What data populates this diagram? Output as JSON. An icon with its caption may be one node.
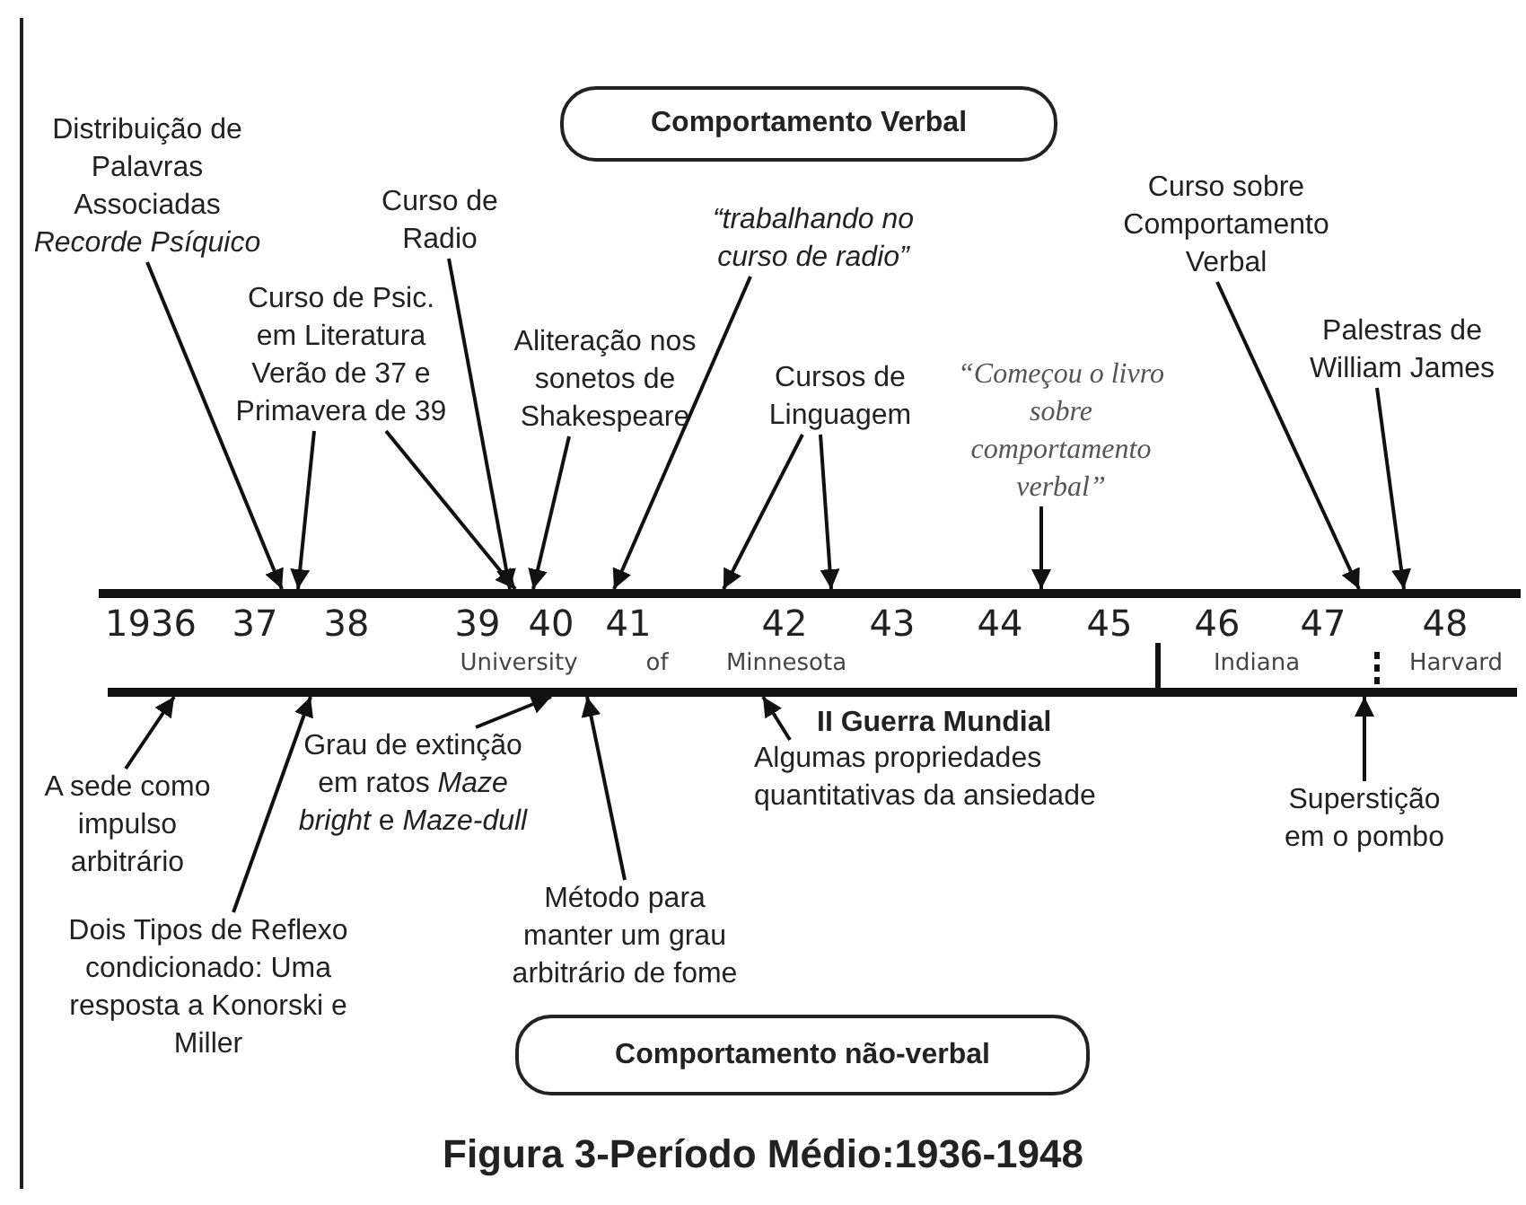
{
  "diagram": {
    "title": "Figura 3-Período Médio:1936-1948",
    "nodes": [
      {
        "text": [
          "Comportamento Verbal"
        ]
      },
      {
        "text": [
          "Distribuição de Palavras Associadas *Recorde Psíquico*"
        ]
      },
      {
        "text": [
          "Curso de Radio"
        ]
      },
      {
        "text": [
          "Curso de Psic. em Literatura Verão de 37 e Primavera de 39"
        ]
      },
      {
        "text": [
          "Aliteração nos sonetos de Shakespeare"
        ]
      },
      {
        "text": [
          "“trabalhando no curso de radio”"
        ]
      },
      {
        "text": [
          "Cursos de Linguagem"
        ]
      },
      {
        "text": [
          "“Começou o livro sobre comportamento verbal”"
        ]
      },
      {
        "text": [
          "Curso sobre Comportamento Verbal"
        ]
      },
      {
        "text": [
          "Palestras de William James"
        ]
      },
      {
        "text": [],
        "shape": "bar"
      },
      {
        "text": [],
        "shape": "bar",
        "beside": [
          "II Guerra Mundial"
        ]
      },
      {
        "text": [
          "A sede como impulso arbitrário"
        ]
      },
      {
        "text": [
          "Grau de extinção em ratos *Maze bright* e *Maze-dull*"
        ]
      },
      {
        "text": [
          "Dois Tipos de Reflexo condicionado: Uma resposta a Konorski e Miller"
        ]
      },
      {
        "text": [
          "Algumas propriedades quantitativas da ansiedade"
        ]
      },
      {
        "text": [
          "Método para manter um grau arbitrário de fome"
        ]
      },
      {
        "text": [
          "Superstição em o pombo"
        ]
      },
      {
        "text": [
          "Comportamento não-verbal"
        ]
      }
    ],
    "edges": [
      {
        "from": 1,
        "to": 10,
        "arrow": "to"
      },
      {
        "from": 3,
        "to": 10,
        "arrow": "to"
      },
      {
        "from": 3,
        "to": 10,
        "arrow": "to"
      },
      {
        "from": 2,
        "to": 10,
        "arrow": "to"
      },
      {
        "from": 4,
        "to": 10,
        "arrow": "to"
      },
      {
        "from": 5,
        "to": 10,
        "arrow": "to"
      },
      {
        "from": 6,
        "to": 10,
        "arrow": "to"
      },
      {
        "from": 6,
        "to": 10,
        "arrow": "to"
      },
      {
        "from": 7,
        "to": 10,
        "arrow": "to"
      },
      {
        "from": 8,
        "to": 10,
        "arrow": "to"
      },
      {
        "from": 9,
        "to": 10,
        "arrow": "to"
      },
      {
        "from": 12,
        "to": 11,
        "arrow": "to"
      },
      {
        "from": 13,
        "to": 11,
        "arrow": "to"
      },
      {
        "from": 14,
        "to": 11,
        "arrow": "to"
      },
      {
        "from": 16,
        "to": 11,
        "arrow": "to"
      },
      {
        "from": 15,
        "to": 11,
        "arrow": "to"
      },
      {
        "from": 17,
        "to": 11,
        "arrow": "to"
      }
    ],
    "labels": [
      "1936",
      "37",
      "38",
      "39",
      "40",
      "41",
      "42",
      "43",
      "44",
      "45",
      "46",
      "47",
      "48",
      "University",
      "of",
      "Minnesota",
      "Indiana",
      "Harvard"
    ]
  }
}
